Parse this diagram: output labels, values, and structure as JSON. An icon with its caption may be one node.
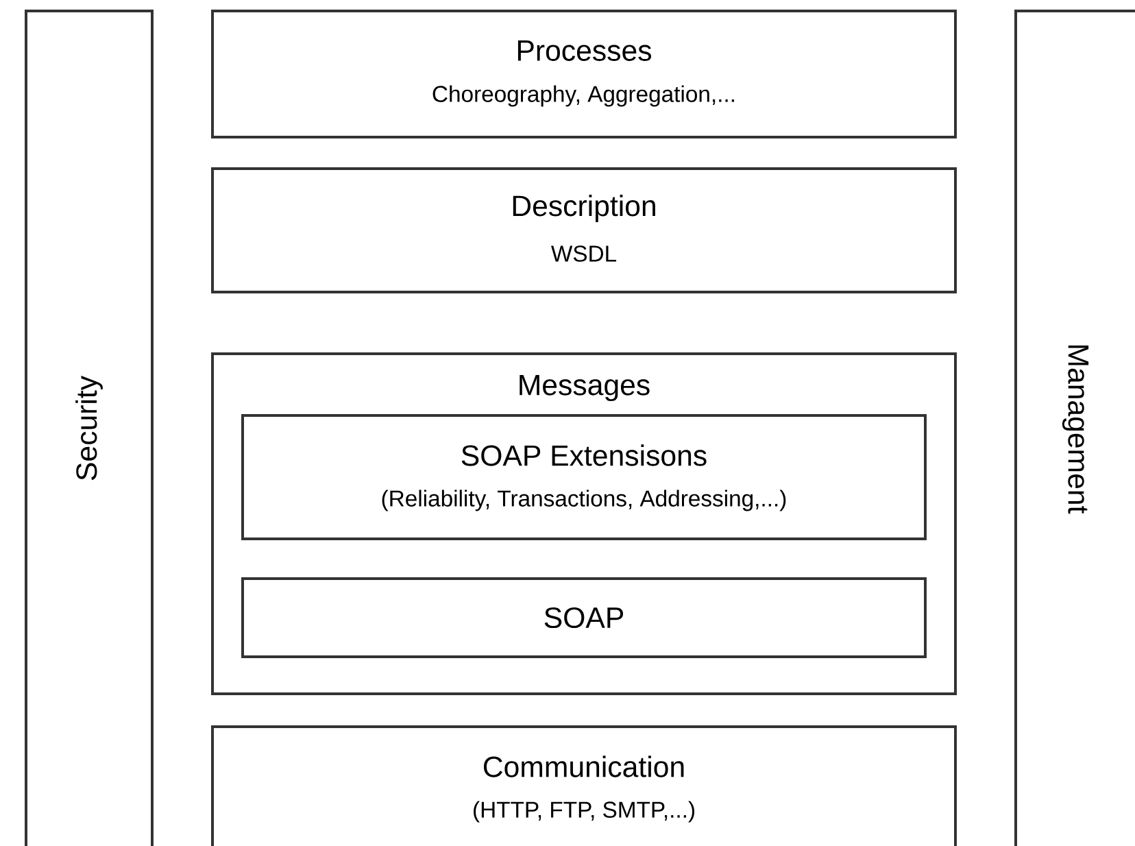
{
  "diagram": {
    "nodes": [
      {
        "text": [
          "Security"
        ]
      },
      {
        "text": [
          "Processes",
          "Choreography, Aggregation,..."
        ]
      },
      {
        "text": [
          "Description",
          "WSDL"
        ]
      },
      {
        "text": [
          "Messages"
        ]
      },
      {
        "text": [
          "SOAP Extensisons",
          "(Reliability, Transactions, Addressing,...)"
        ],
        "in": 3
      },
      {
        "text": [
          "SOAP"
        ],
        "in": 3
      },
      {
        "text": [
          "Communication",
          "(HTTP, FTP, SMTP,...)"
        ]
      },
      {
        "text": [
          "Management"
        ]
      }
    ]
  }
}
